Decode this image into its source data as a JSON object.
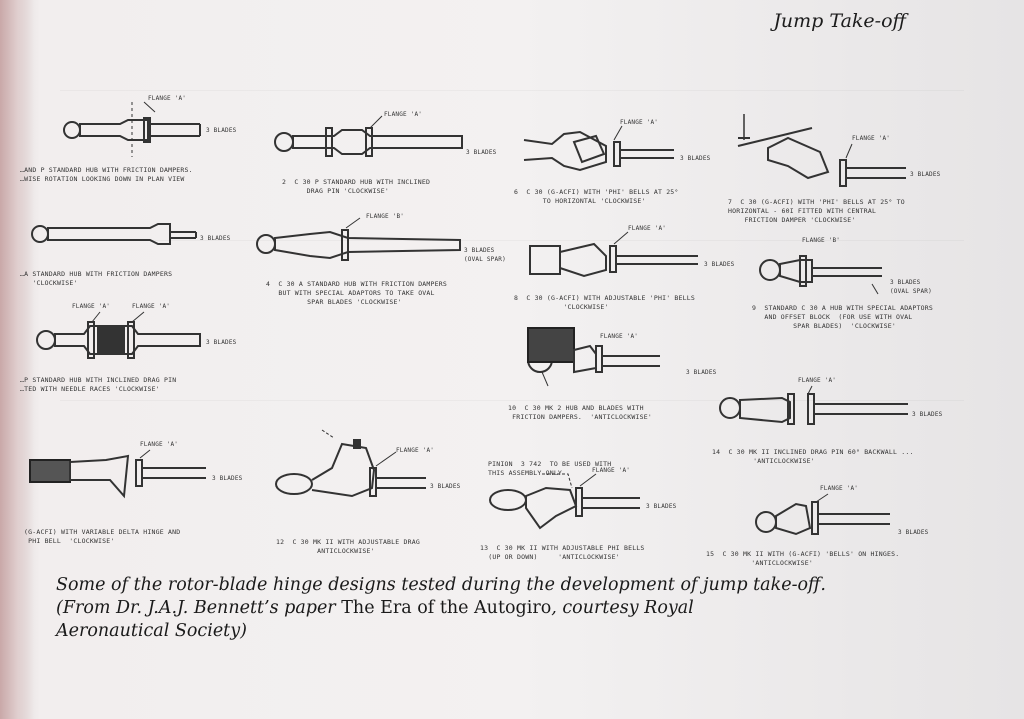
{
  "header": {
    "title": "Jump Take-off"
  },
  "figures": [
    {
      "caption": "…AND P STANDARD HUB WITH FRICTION DAMPERS.\n…WISE ROTATION LOOKING DOWN IN PLAN VIEW",
      "blades": "3 BLADES",
      "flange": "FLANGE 'A'"
    },
    {
      "caption": "2  C 30 P STANDARD HUB WITH INCLINED\n      DRAG PIN 'CLOCKWISE'",
      "blades": "3 BLADES",
      "flange": "FLANGE 'A'"
    },
    {
      "caption": "6  C 30 (G-ACFI) WITH 'PHI' BELLS AT 25°\n       TO HORIZONTAL 'CLOCKWISE'",
      "blades": "3 BLADES",
      "flange": "FLANGE 'A'"
    },
    {
      "caption": "7  C 30 (G-ACFI) WITH 'PHI' BELLS AT 25° TO\nHORIZONTAL - 60I FITTED WITH CENTRAL\n    FRICTION DAMPER 'CLOCKWISE'",
      "blades": "3 BLADES",
      "flange": "FLANGE 'A'",
      "flange2": "FLANGE 'B'"
    },
    {
      "caption": "…A STANDARD HUB WITH FRICTION DAMPERS\n   'CLOCKWISE'",
      "blades": "3 BLADES"
    },
    {
      "caption": "4  C 30 A STANDARD HUB WITH FRICTION DAMPERS\n   BUT WITH SPECIAL ADAPTORS TO TAKE OVAL\n          SPAR BLADES 'CLOCKWISE'",
      "blades": "3 BLADES\n(OVAL SPAR)",
      "flange": "FLANGE 'B'"
    },
    {
      "caption": "8  C 30 (G-ACFI) WITH ADJUSTABLE 'PHI' BELLS\n            'CLOCKWISE'",
      "blades": "3 BLADES",
      "flange": "FLANGE 'A'"
    },
    {
      "caption": "9  STANDARD C 30 A HUB WITH SPECIAL ADAPTORS\n   AND OFFSET BLOCK  (FOR USE WITH OVAL\n          SPAR BLADES)  'CLOCKWISE'",
      "blades": "3 BLADES\n(OVAL SPAR)"
    },
    {
      "caption": "…P STANDARD HUB WITH INCLINED DRAG PIN\n…TED WITH NEEDLE RACES 'CLOCKWISE'",
      "blades": "3 BLADES",
      "flange": "FLANGE 'A'",
      "flange2": "FLANGE 'A'"
    },
    {
      "caption": "10  C 30 MK 2 HUB AND BLADES WITH\n FRICTION DAMPERS.  'ANTICLOCKWISE'",
      "blades": "3 BLADES",
      "flange": "FLANGE 'A'"
    },
    {
      "caption": "14  C 30 MK II INCLINED DRAG PIN 60° BACKWALL ...\n          'ANTICLOCKWISE'",
      "blades": "3 BLADES",
      "flange": "FLANGE 'A'"
    },
    {
      "caption": "(G-ACFI) WITH VARIABLE DELTA HINGE AND\n PHI BELL  'CLOCKWISE'",
      "blades": "3 BLADES",
      "flange": "FLANGE 'A'"
    },
    {
      "caption": "12  C 30 MK II WITH ADJUSTABLE DRAG\n          ANTICLOCKWISE'",
      "blades": "3 BLADES",
      "flange": "FLANGE 'A'"
    },
    {
      "caption": "13  C 30 MK II WITH ADJUSTABLE PHI BELLS\n  (UP OR DOWN)     'ANTICLOCKWISE'",
      "blades": "3 BLADES",
      "flange": "FLANGE 'A'",
      "note": "PINION  3 742  TO BE USED WITH\nTHIS ASSEMBLY ONLY"
    },
    {
      "caption": "15  C 30 MK II WITH (G-ACFI) 'BELLS' ON HINGES.\n           'ANTICLOCKWISE'",
      "blades": "3 BLADES",
      "flange": "FLANGE 'A'"
    }
  ],
  "caption": {
    "line1": "Some of the rotor-blade hinge designs tested during the development of jump take-off.",
    "line2a": "(From Dr. J.A.J. Bennett’s paper ",
    "line2b": "The Era of the Autogiro",
    "line2c": ", courtesy Royal",
    "line3": "Aeronautical Society)"
  }
}
